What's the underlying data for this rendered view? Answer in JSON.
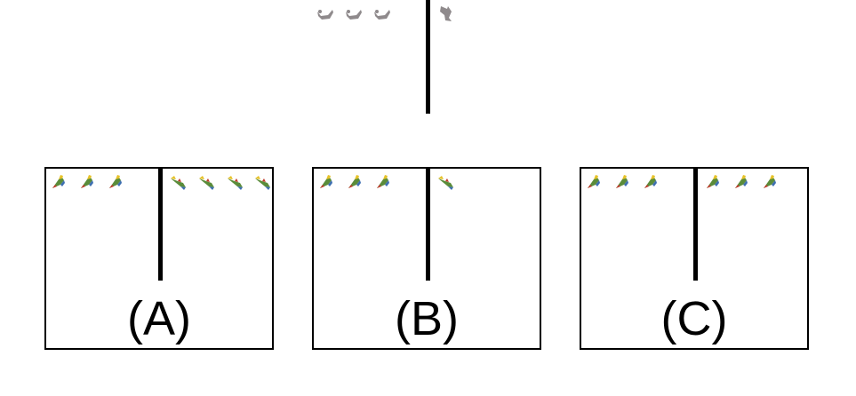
{
  "top": {
    "left_items": [
      {
        "icon": "gray-creature-icon"
      },
      {
        "icon": "gray-creature-icon"
      },
      {
        "icon": "gray-creature-icon"
      }
    ],
    "right_items": [
      {
        "icon": "gray-creature-variant-icon"
      }
    ],
    "colors": {
      "creature": "#8f8a8c",
      "line": "#000000"
    }
  },
  "panels": [
    {
      "id": "A",
      "label": "(A)",
      "left_items": [
        {
          "icon": "colorful-creature-upright-icon"
        },
        {
          "icon": "colorful-creature-upright-icon"
        },
        {
          "icon": "colorful-creature-upright-icon"
        }
      ],
      "right_items": [
        {
          "icon": "colorful-creature-leaning-icon"
        },
        {
          "icon": "colorful-creature-leaning-icon"
        },
        {
          "icon": "colorful-creature-leaning-icon"
        },
        {
          "icon": "colorful-creature-leaning-icon"
        }
      ]
    },
    {
      "id": "B",
      "label": "(B)",
      "left_items": [
        {
          "icon": "colorful-creature-upright-icon"
        },
        {
          "icon": "colorful-creature-upright-icon"
        },
        {
          "icon": "colorful-creature-upright-icon"
        }
      ],
      "right_items": [
        {
          "icon": "colorful-creature-leaning-icon"
        }
      ]
    },
    {
      "id": "C",
      "label": "(C)",
      "left_items": [
        {
          "icon": "colorful-creature-upright-icon"
        },
        {
          "icon": "colorful-creature-upright-icon"
        },
        {
          "icon": "colorful-creature-upright-icon"
        }
      ],
      "right_items": [
        {
          "icon": "colorful-creature-upright-icon"
        },
        {
          "icon": "colorful-creature-upright-icon"
        },
        {
          "icon": "colorful-creature-upright-icon"
        }
      ]
    }
  ]
}
